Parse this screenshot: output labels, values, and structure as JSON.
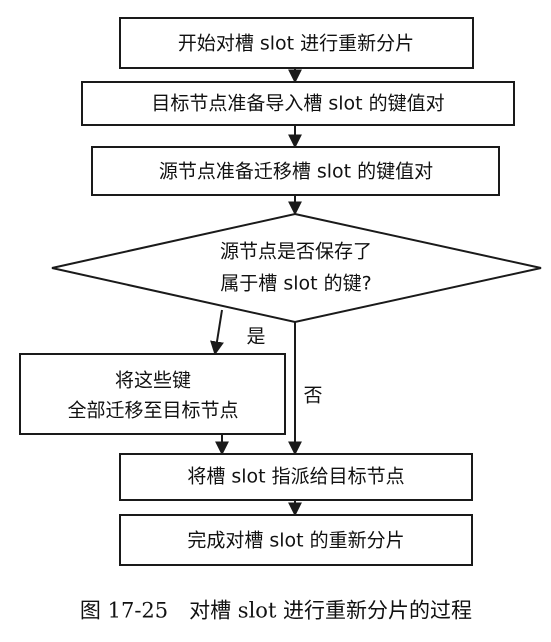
{
  "nodes": {
    "start": "开始对槽 slot 进行重新分片",
    "target_prepare": "目标节点准备导入槽 slot 的键值对",
    "source_prepare": "源节点准备迁移槽 slot 的键值对",
    "decision": [
      "源节点是否保存了",
      "属于槽 slot 的键?"
    ],
    "migrate": [
      "将这些键",
      "全部迁移至目标节点"
    ],
    "assign": "将槽 slot 指派给目标节点",
    "finish": "完成对槽 slot 的重新分片"
  },
  "edge_labels": {
    "yes": "是",
    "no": "否"
  },
  "caption": "图 17-25　对槽 slot 进行重新分片的过程",
  "colors": {
    "stroke": "#1a1a1a",
    "text": "#111111",
    "background": "#ffffff"
  }
}
